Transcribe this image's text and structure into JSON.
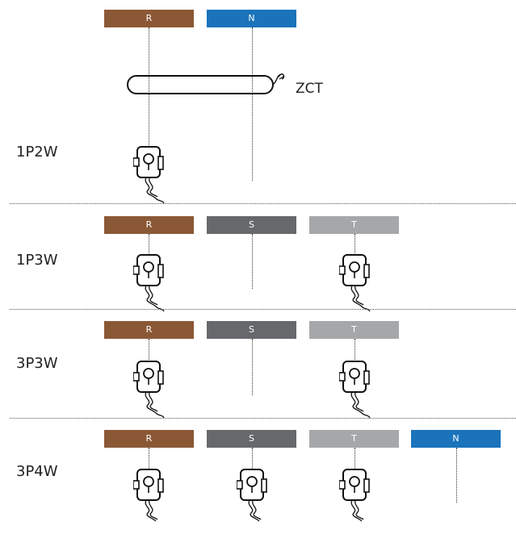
{
  "colors": {
    "R": "#8b5836",
    "S": "#67686c",
    "T": "#a6a7aa",
    "N": "#1a73bb"
  },
  "zct_label": "ZCT",
  "sections": [
    {
      "label": "1P2W",
      "bars": [
        "R",
        "N"
      ]
    },
    {
      "label": "1P3W",
      "bars": [
        "R",
        "S",
        "T"
      ]
    },
    {
      "label": "3P3W",
      "bars": [
        "R",
        "S",
        "T"
      ]
    },
    {
      "label": "3P4W",
      "bars": [
        "R",
        "S",
        "T",
        "N"
      ]
    }
  ]
}
